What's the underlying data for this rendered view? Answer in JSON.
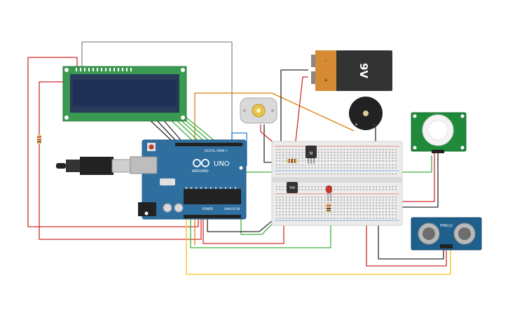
{
  "components": {
    "arduino": {
      "brand": "ARDUINO",
      "model": "UNO",
      "header_digital": "DIGITAL (PWM~)",
      "header_power": "POWER",
      "header_analog": "ANALOG IN"
    },
    "battery": {
      "label": "9V"
    },
    "transistor_top": {
      "label": "N"
    },
    "transistor_bottom": {
      "label": "TMP"
    },
    "ultrasonic": {
      "label": "PING)))"
    }
  },
  "colors": {
    "wire_red": "#d12b2b",
    "wire_black": "#2b2b2b",
    "wire_gray": "#8c8c8c",
    "wire_green": "#3fae3f",
    "wire_orange": "#e27f12",
    "wire_yellow": "#f0c419",
    "wire_blue": "#2a7fd4",
    "lcd_board": "#3a9a52",
    "lcd_screen": "#1f2f55",
    "arduino_board": "#2f6fa0",
    "pir_board": "#1f8a3a",
    "ultrasonic_board": "#1e5f8c",
    "battery_body": "#333333",
    "battery_cap": "#d58a33"
  }
}
